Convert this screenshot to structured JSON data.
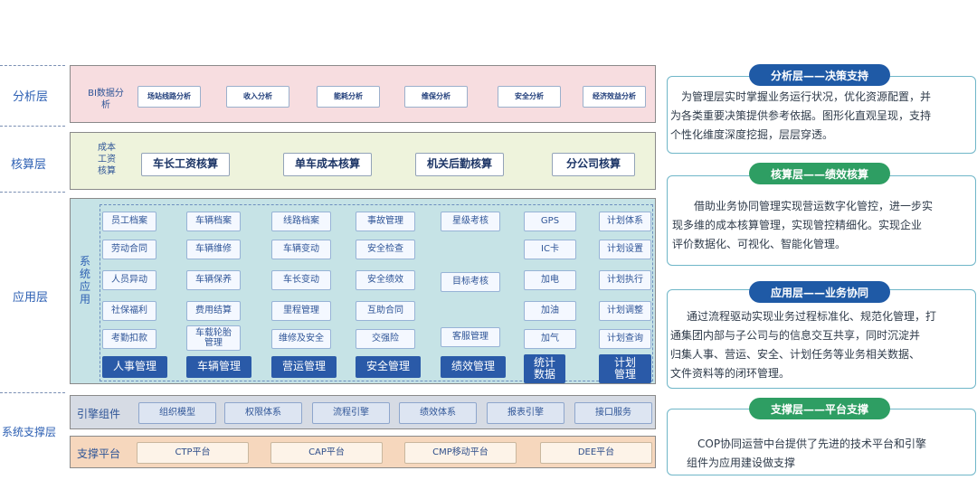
{
  "layers": {
    "analysis": "分析层",
    "accounting": "核算层",
    "application": "应用层",
    "support": "系统支撑层"
  },
  "analysis_band": {
    "bi_label": "BI数据分析",
    "items": [
      "场站线路分析",
      "收入分析",
      "能耗分析",
      "维保分析",
      "安全分析",
      "经济效益分析"
    ]
  },
  "accounting_band": {
    "label": "成本工资核算",
    "items": [
      "车长工资核算",
      "单车成本核算",
      "机关后勤核算",
      "分公司核算"
    ]
  },
  "application_band": {
    "label": "系统应用",
    "columns": [
      {
        "items": [
          "员工档案",
          "劳动合同",
          "人员异动",
          "社保福利",
          "考勤扣款"
        ],
        "footer": "人事管理"
      },
      {
        "items": [
          "车辆档案",
          "车辆维修",
          "车辆保养",
          "费用结算",
          "车载轮胎管理"
        ],
        "footer": "车辆管理"
      },
      {
        "items": [
          "线路档案",
          "车辆变动",
          "车长变动",
          "里程管理",
          "维修及安全"
        ],
        "footer": "营运管理"
      },
      {
        "items": [
          "事故管理",
          "安全检查",
          "安全绩效",
          "互助合同",
          "交强险"
        ],
        "footer": "安全管理"
      },
      {
        "items": [
          "星级考核",
          "目标考核",
          "客服管理"
        ],
        "footer": "绩效管理"
      },
      {
        "items": [
          "GPS",
          "IC卡",
          "加电",
          "加油",
          "加气"
        ],
        "footer": "统计数据"
      },
      {
        "items": [
          "计划体系",
          "计划设置",
          "计划执行",
          "计划调整",
          "计划查询"
        ],
        "footer": "计划管理"
      }
    ]
  },
  "engine_band": {
    "label": "引擎组件",
    "items": [
      "组织模型",
      "权限体系",
      "流程引擎",
      "绩效体系",
      "报表引擎",
      "接口服务"
    ]
  },
  "platform_band": {
    "label": "支撑平台",
    "items": [
      "CTP平台",
      "CAP平台",
      "CMP移动平台",
      "DEE平台"
    ]
  },
  "panels": [
    {
      "title": "分析层——决策支持",
      "lines": [
        "为管理层实时掌握业务运行状况，优化资源配置，并",
        "为各类重要决策提供参考依据。图形化直观呈现，支持",
        "个性化维度深度挖掘，层层穿透。"
      ]
    },
    {
      "title": "核算层——绩效核算",
      "lines": [
        "借助业务协同管理实现营运数字化管控，进一步实",
        "现多维的成本核算管理，实现管控精细化。实现企业",
        "评价数据化、可视化、智能化管理。"
      ]
    },
    {
      "title": "应用层——业务协同",
      "lines": [
        "通过流程驱动实现业务过程标准化、规范化管理，打",
        "通集团内部与子公司与的信息交互共享，同时沉淀并",
        "归集人事、营运、安全、计划任务等业务相关数据、",
        "文件资料等的闭环管理。"
      ]
    },
    {
      "title": "支撑层——平台支撑",
      "lines": [
        "COP协同运营中台提供了先进的技术平台和引擎",
        "组件为应用建设做支撑"
      ]
    }
  ],
  "colors": {
    "analysis_bg": "#f7dde0",
    "accounting_bg": "#eef3dc",
    "application_bg": "#c6e3e6",
    "engine_bg": "#d6dbe4",
    "platform_bg": "#f6d7bd",
    "pill_blue": "#1f5aa6",
    "pill_green": "#2e9e63"
  }
}
